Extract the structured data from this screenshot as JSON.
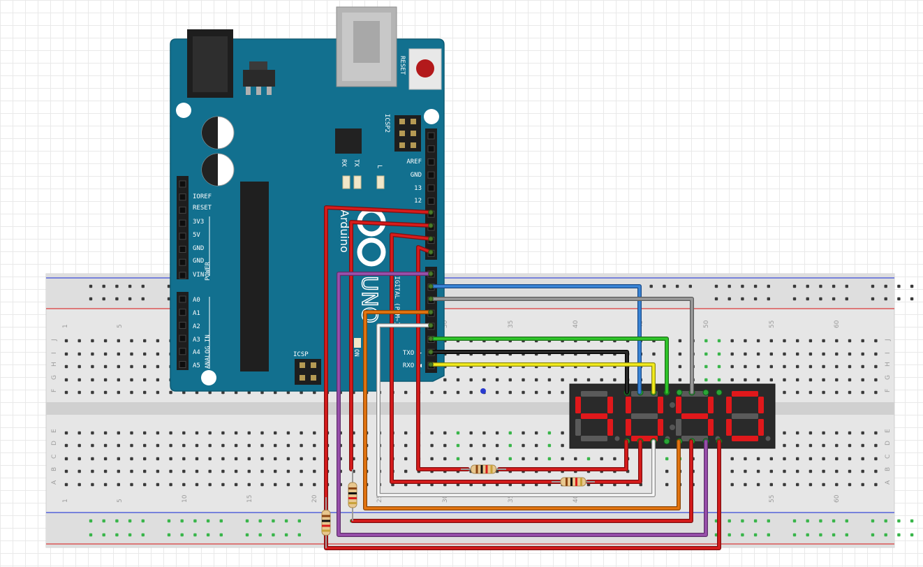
{
  "colors": {
    "board": "#12708f",
    "board_edge": "#0c5a73",
    "breadboard": "#e4e4e4",
    "rail_red": "#d93a3a",
    "rail_blue": "#3a4cd9",
    "segment_on": "#e0181b",
    "segment_off": "#5a5a5a",
    "display_body": "#2a2a2a"
  },
  "arduino": {
    "reset_label": "RESET",
    "icsp2_label": "ICSP2",
    "icsp_label": "ICSP",
    "rx_led_label": "RX",
    "tx_led_label": "TX",
    "l_led_label": "L",
    "on_label": "ON",
    "power_label": "POWER",
    "analog_label": "ANALOG IN",
    "digital_label": "DIGITAL (PWM~)",
    "logo_text": "Arduino",
    "model_text": "UNO",
    "power_pins": [
      "IOREF",
      "RESET",
      "3V3",
      "5V",
      "GND",
      "GND",
      "VIN"
    ],
    "analog_pins": [
      "A0",
      "A1",
      "A2",
      "A3",
      "A4",
      "A5"
    ],
    "digital_top_pins": [
      "AREF",
      "GND",
      "13",
      "12"
    ],
    "serial_pins": [
      "TXO ▶",
      "RXO ◀"
    ]
  },
  "breadboard": {
    "column_labels_top": [
      "1",
      "5",
      "30",
      "35",
      "40",
      "45",
      "50",
      "55",
      "60"
    ],
    "column_labels_bottom": [
      "1",
      "5",
      "10",
      "15",
      "20",
      "25",
      "30",
      "35",
      "40",
      "55",
      "60"
    ],
    "row_labels_top": [
      "J",
      "I",
      "H",
      "G",
      "F"
    ],
    "row_labels_bottom": [
      "E",
      "D",
      "C",
      "B",
      "A"
    ]
  },
  "display": {
    "digits": [
      "4",
      "U",
      "4",
      "0"
    ]
  },
  "icons": {
    "usb": "usb-connector-icon",
    "barrel": "dc-barrel-jack-icon",
    "reset": "reset-button-icon",
    "chip": "microcontroller-chip-icon",
    "capacitor": "capacitor-icon",
    "resistor": "resistor-icon"
  }
}
